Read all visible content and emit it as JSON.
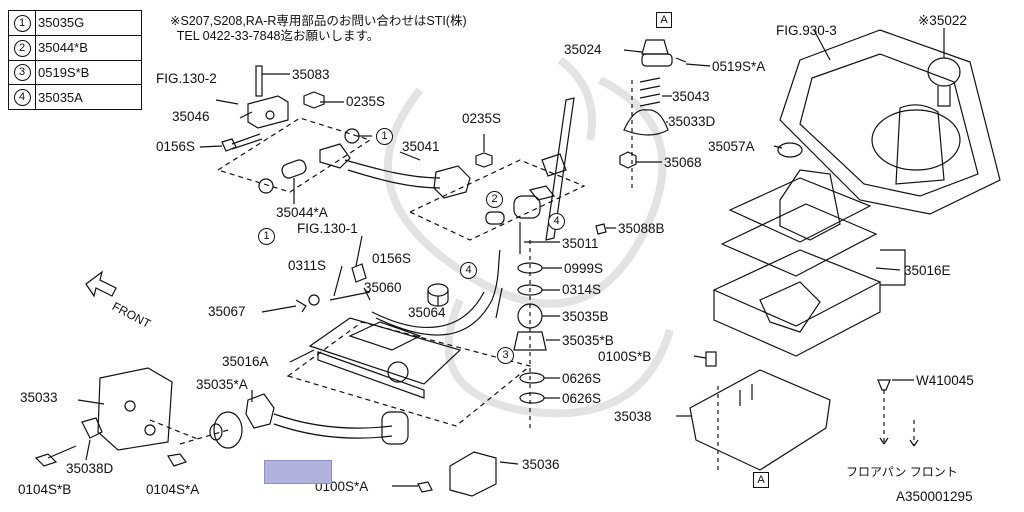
{
  "legend": [
    {
      "num": "1",
      "part": "35035G"
    },
    {
      "num": "2",
      "part": "35044*B"
    },
    {
      "num": "3",
      "part": "0519S*B"
    },
    {
      "num": "4",
      "part": "35035A"
    }
  ],
  "note": {
    "line1": "※S207,S208,RA-R専用部品のお問い合わせはSTI(株)",
    "line2": "TEL 0422-33-7848迄お願いします。"
  },
  "labels": {
    "fig130_2": "FIG.130-2",
    "p35083": "35083",
    "p35046": "35046",
    "p0235s_a": "0235S",
    "p0156s_a": "0156S",
    "p35041": "35041",
    "p0235s_b": "0235S",
    "p35044a": "35044*A",
    "fig130_1": "FIG.130-1",
    "p0156s_b": "0156S",
    "p0311s": "0311S",
    "p35060": "35060",
    "p35067": "35067",
    "p35064": "35064",
    "front": "FRONT",
    "p35016a": "35016A",
    "p35035a": "35035*A",
    "p35033": "35033",
    "p35038d": "35038D",
    "p0104sb": "0104S*B",
    "p0104sa": "0104S*A",
    "p0100sa": "0100S*A",
    "p35036": "35036",
    "p35024": "35024",
    "p0519sa": "0519S*A",
    "p35043": "35043",
    "p35033d": "35033D",
    "p35068": "35068",
    "p35088b": "35088B",
    "p35011": "35011",
    "p0999s": "0999S",
    "p0314s": "0314S",
    "p35035b": "35035B",
    "p35035b2": "35035*B",
    "p0626s_a": "0626S",
    "p0626s_b": "0626S",
    "fig930_3": "FIG.930-3",
    "p35022": "※35022",
    "p35057a": "35057A",
    "p35016e": "35016E",
    "p0100sb": "0100S*B",
    "pW410045": "W410045",
    "p35038": "35038",
    "floorpan": "フロアパン フロント",
    "refA": "A",
    "diagram_id": "A350001295"
  },
  "callouts": {
    "c1": "1",
    "c2": "2",
    "c3": "3",
    "c4": "4"
  }
}
